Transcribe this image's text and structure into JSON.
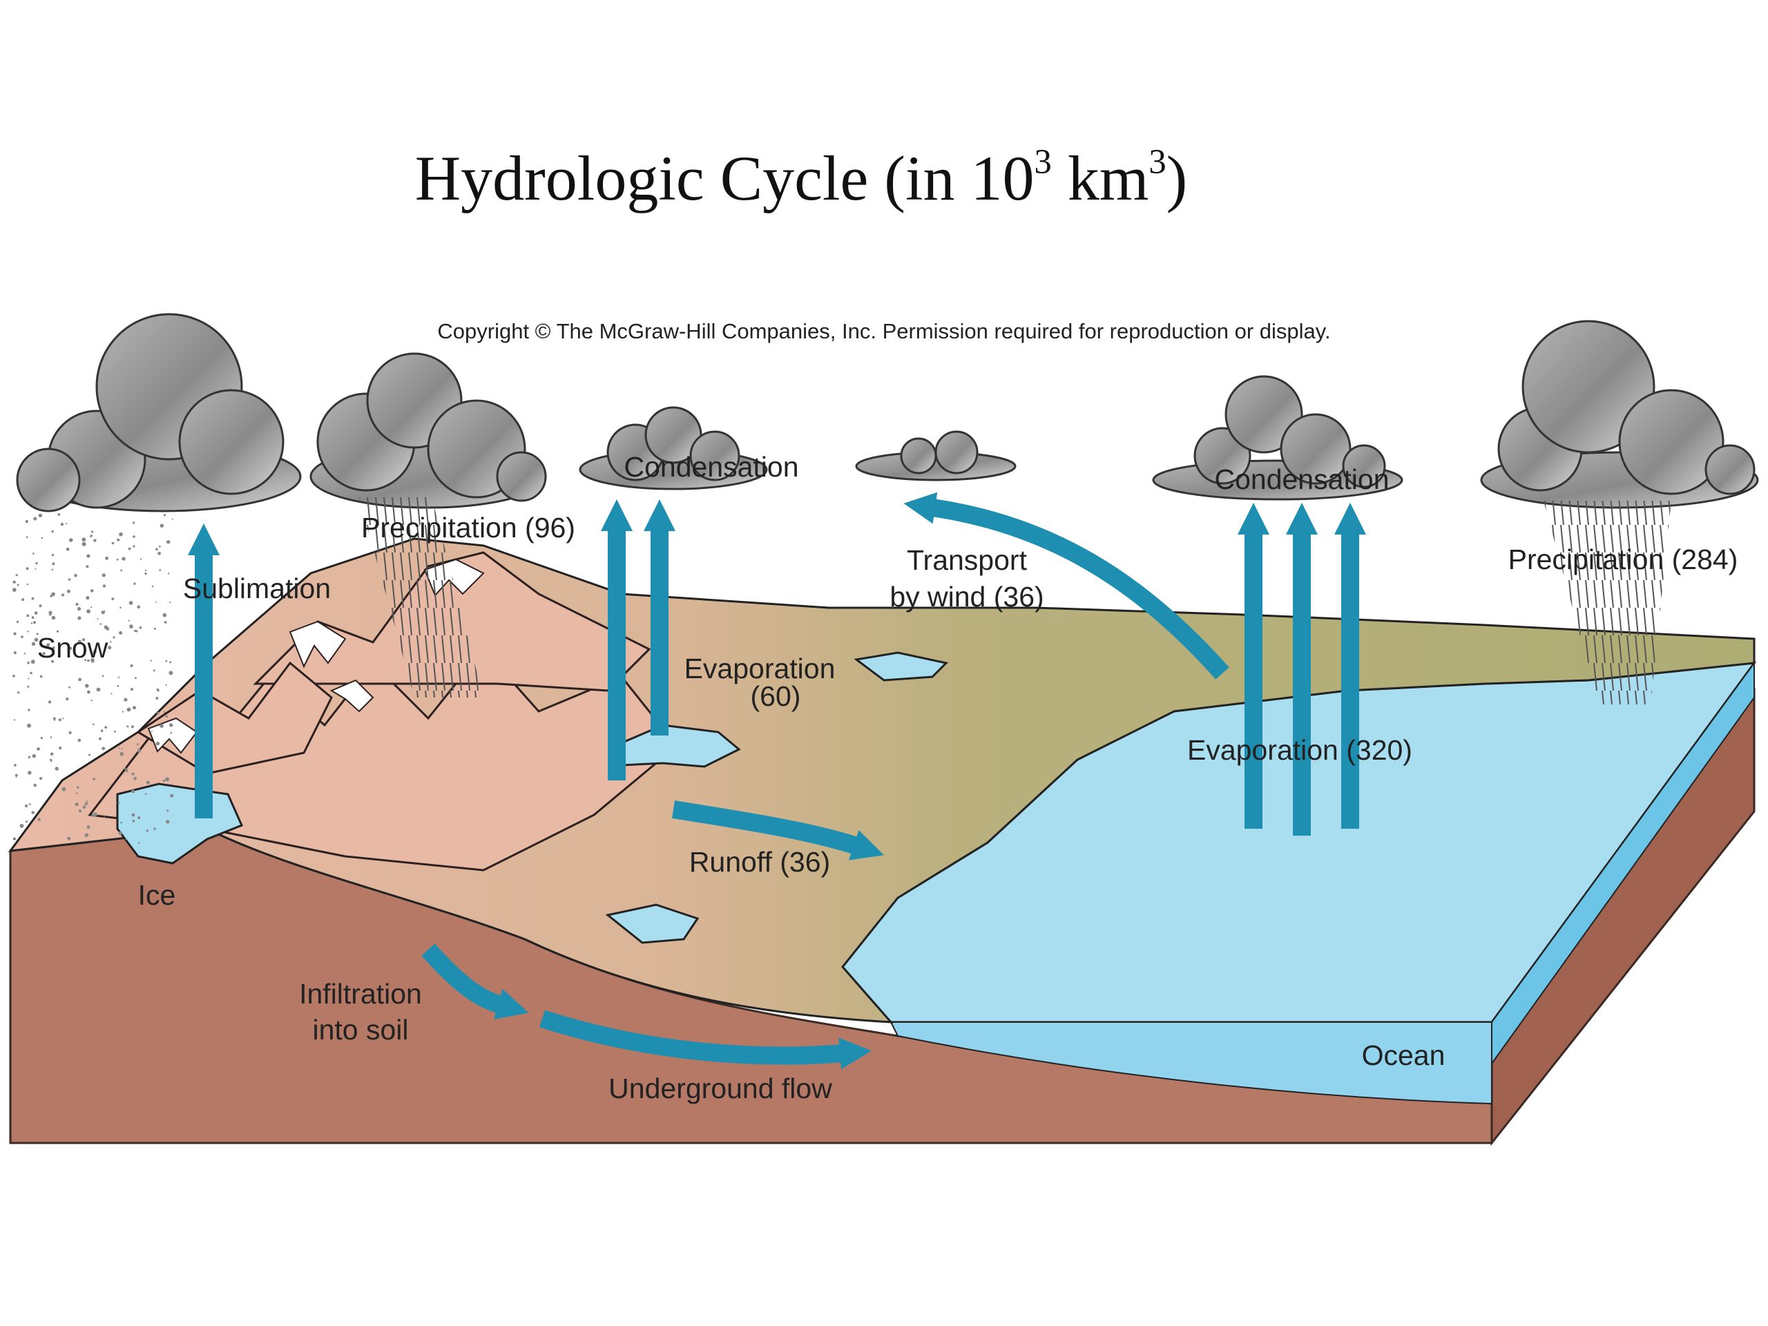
{
  "title": {
    "text": "Hydrologic Cycle (in 10",
    "exp1": "3",
    "unit": " km",
    "exp2": "3",
    "close": ")"
  },
  "copyright": "Copyright © The McGraw-Hill Companies, Inc. Permission required for reproduction or display.",
  "labels": {
    "condensation_left": "Condensation",
    "condensation_right": "Condensation",
    "precipitation_left": "Precipitation (96)",
    "precipitation_right": "Precipitation (284)",
    "sublimation": "Sublimation",
    "snow": "Snow",
    "transport_line1": "Transport",
    "transport_line2": "by wind (36)",
    "evaporation_land_line1": "Evaporation",
    "evaporation_land_line2": "(60)",
    "evaporation_ocean": "Evaporation (320)",
    "runoff": "Runoff (36)",
    "ice": "Ice",
    "infiltration_line1": "Infiltration",
    "infiltration_line2": "into soil",
    "underground_flow": "Underground flow",
    "ocean": "Ocean"
  },
  "colors": {
    "arrow": "#1e8fb0",
    "ocean": "#a9def1",
    "ocean_side": "#6cc4e6",
    "land": "#b3ae78",
    "mountain": "#e8b9a5",
    "soil": "#b57966",
    "cloud": "#8f8f8f"
  }
}
